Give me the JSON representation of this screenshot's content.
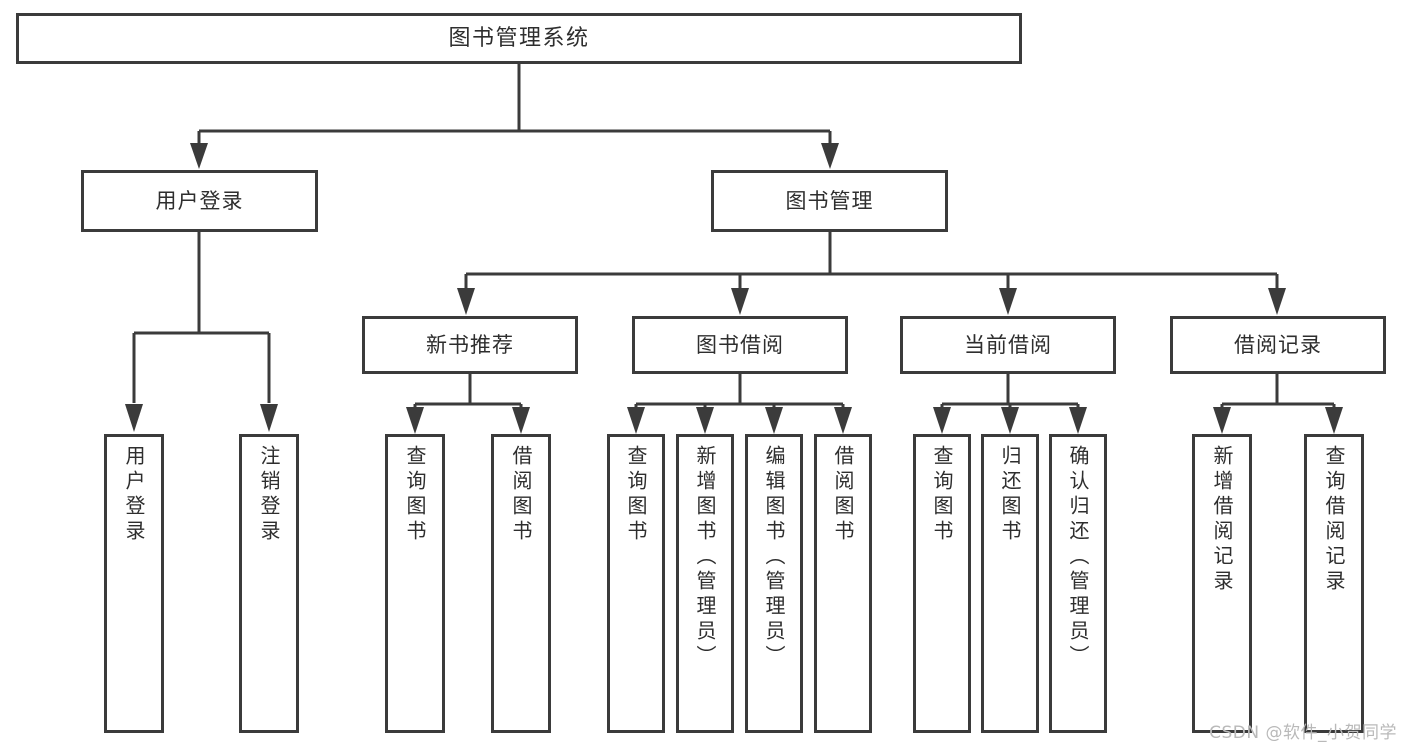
{
  "diagram": {
    "title": "图书管理系统",
    "type": "tree-hierarchy-chart",
    "root": {
      "id": "root",
      "label": "图书管理系统"
    },
    "level2": [
      {
        "id": "user-login",
        "label": "用户登录"
      },
      {
        "id": "book-management",
        "label": "图书管理"
      }
    ],
    "level3": [
      {
        "id": "new-book-recommend",
        "label": "新书推荐",
        "parent": "book-management"
      },
      {
        "id": "book-borrow",
        "label": "图书借阅",
        "parent": "book-management"
      },
      {
        "id": "current-borrow",
        "label": "当前借阅",
        "parent": "book-management"
      },
      {
        "id": "borrow-record",
        "label": "借阅记录",
        "parent": "book-management"
      }
    ],
    "leaves": {
      "user-login": [
        {
          "id": "leaf-user-login",
          "label": "用户登录"
        },
        {
          "id": "leaf-user-logout",
          "label": "注销登录"
        }
      ],
      "new-book-recommend": [
        {
          "id": "leaf-query-book-1",
          "label": "查询图书"
        },
        {
          "id": "leaf-borrow-book-1",
          "label": "借阅图书"
        }
      ],
      "book-borrow": [
        {
          "id": "leaf-query-book-2",
          "label": "查询图书"
        },
        {
          "id": "leaf-add-book",
          "label": "新增图书（管理员）"
        },
        {
          "id": "leaf-edit-book",
          "label": "编辑图书（管理员）"
        },
        {
          "id": "leaf-borrow-book-2",
          "label": "借阅图书"
        }
      ],
      "current-borrow": [
        {
          "id": "leaf-query-book-3",
          "label": "查询图书"
        },
        {
          "id": "leaf-return-book",
          "label": "归还图书"
        },
        {
          "id": "leaf-confirm-return",
          "label": "确认归还（管理员）"
        }
      ],
      "borrow-record": [
        {
          "id": "leaf-add-record",
          "label": "新增借阅记录"
        },
        {
          "id": "leaf-query-record",
          "label": "查询借阅记录"
        }
      ]
    }
  },
  "watermark": {
    "text": "CSDN @软件_小贺同学"
  },
  "colors": {
    "stroke": "#3b3b3b",
    "box_fill": "#ffffff",
    "text": "#2e2e2e",
    "watermark": "#b9b9b9",
    "background": "#ffffff"
  }
}
